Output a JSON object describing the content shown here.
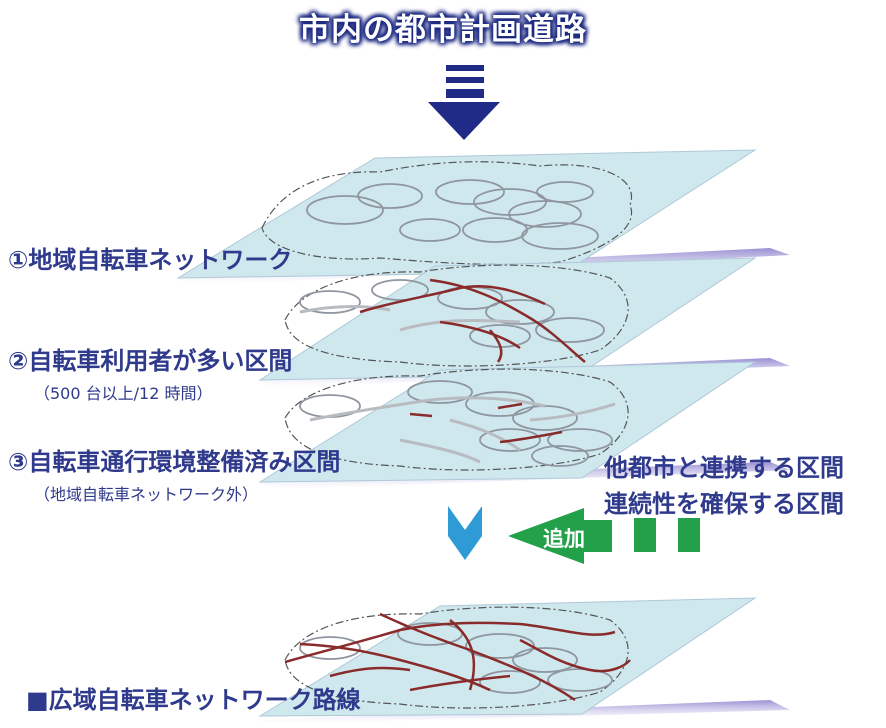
{
  "title": "市内の都市計画道路",
  "layers": [
    {
      "number": "①",
      "label": "地域自転車ネットワーク",
      "note": ""
    },
    {
      "number": "②",
      "label": "自転車利用者が多い区間",
      "note": "（500 台以上/12 時間）"
    },
    {
      "number": "③",
      "label": "自転車通行環境整備済み区間",
      "note": "（地域自転車ネットワーク外）"
    }
  ],
  "additions": [
    "他都市と連携する区間",
    "連続性を確保する区間"
  ],
  "add_label": "追加",
  "result_marker": "■",
  "result_label": "広域自転車ネットワーク路線",
  "colors": {
    "layer_fill": "#cfe8ee",
    "layer_edge": "#6f62b8",
    "route": "#8a2b2b",
    "gray_route": "#b8bcc0",
    "text": "#2f3a8c",
    "arrow_dark": "#1f2b86",
    "arrow_light": "#2f9bd6",
    "add_green": "#22a04a"
  }
}
